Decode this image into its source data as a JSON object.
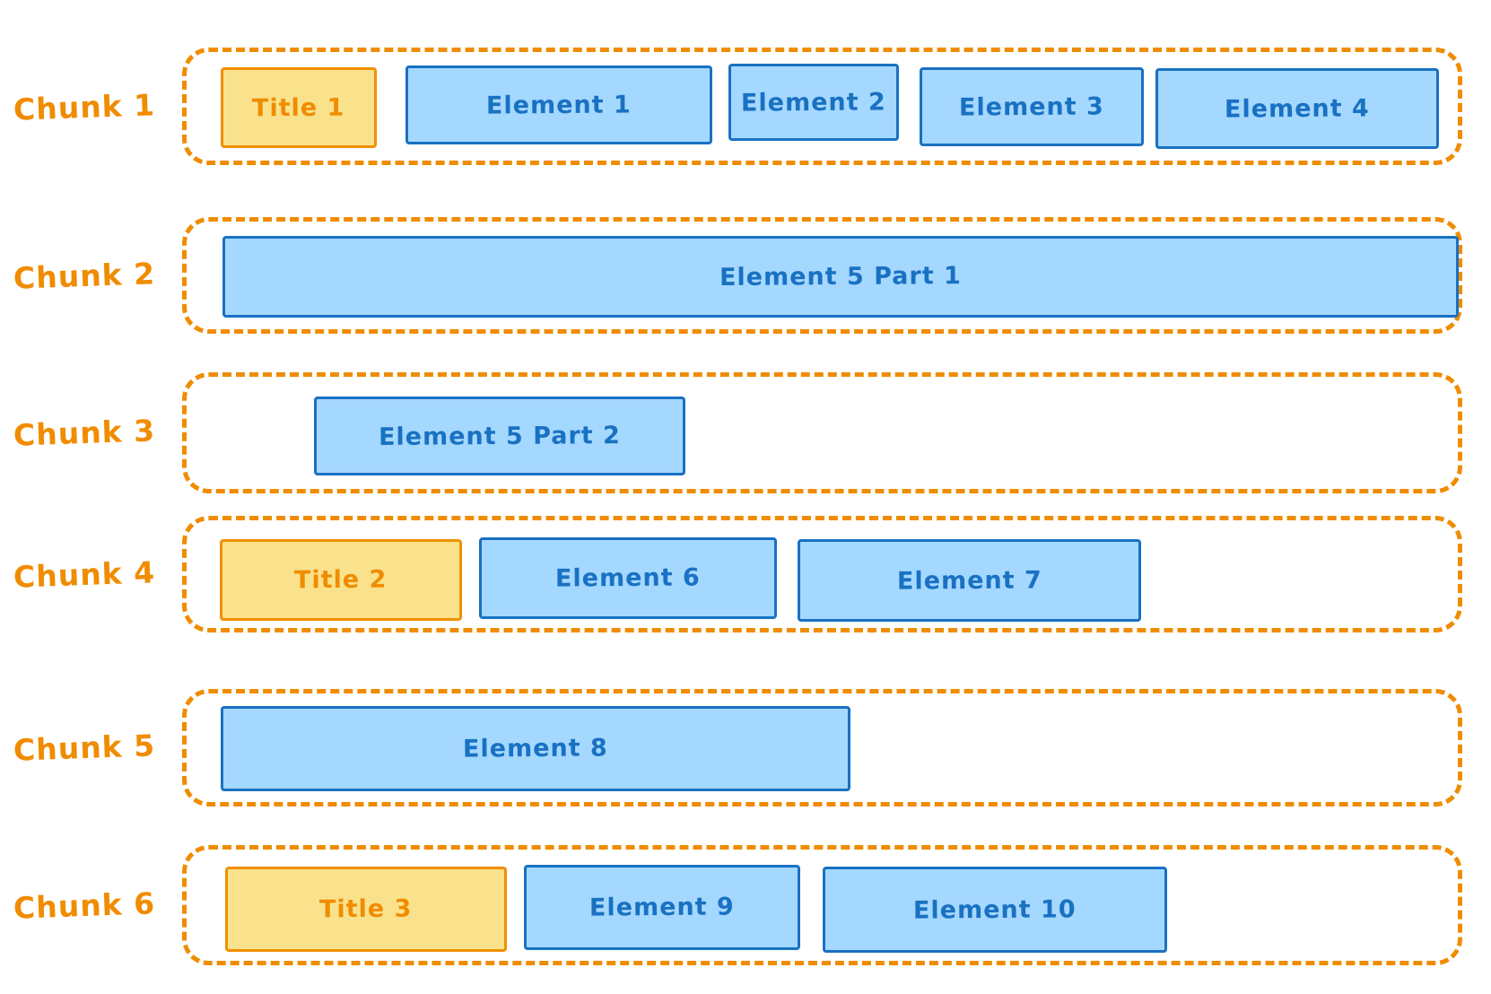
{
  "colors": {
    "chunk_border": "#f08c00",
    "chunk_label_text": "#f08c00",
    "title_box_fill": "#fae28c",
    "title_box_border": "#f09000",
    "title_box_text": "#f08c00",
    "element_box_fill": "#a5d8ff",
    "element_box_border": "#1971c2",
    "element_box_text": "#1971c2"
  },
  "diagram": {
    "chunks": [
      {
        "label": "Chunk 1",
        "items": [
          {
            "text": "Title 1",
            "type": "title"
          },
          {
            "text": "Element 1",
            "type": "element"
          },
          {
            "text": "Element 2",
            "type": "element"
          },
          {
            "text": "Element 3",
            "type": "element"
          },
          {
            "text": "Element 4",
            "type": "element"
          }
        ]
      },
      {
        "label": "Chunk 2",
        "items": [
          {
            "text": "Element 5 Part 1",
            "type": "element"
          }
        ]
      },
      {
        "label": "Chunk 3",
        "items": [
          {
            "text": "Element 5 Part 2",
            "type": "element"
          }
        ]
      },
      {
        "label": "Chunk 4",
        "items": [
          {
            "text": "Title 2",
            "type": "title"
          },
          {
            "text": "Element 6",
            "type": "element"
          },
          {
            "text": "Element 7",
            "type": "element"
          }
        ]
      },
      {
        "label": "Chunk 5",
        "items": [
          {
            "text": "Element 8",
            "type": "element"
          }
        ]
      },
      {
        "label": "Chunk 6",
        "items": [
          {
            "text": "Title 3",
            "type": "title"
          },
          {
            "text": "Element 9",
            "type": "element"
          },
          {
            "text": "Element 10",
            "type": "element"
          }
        ]
      }
    ]
  }
}
